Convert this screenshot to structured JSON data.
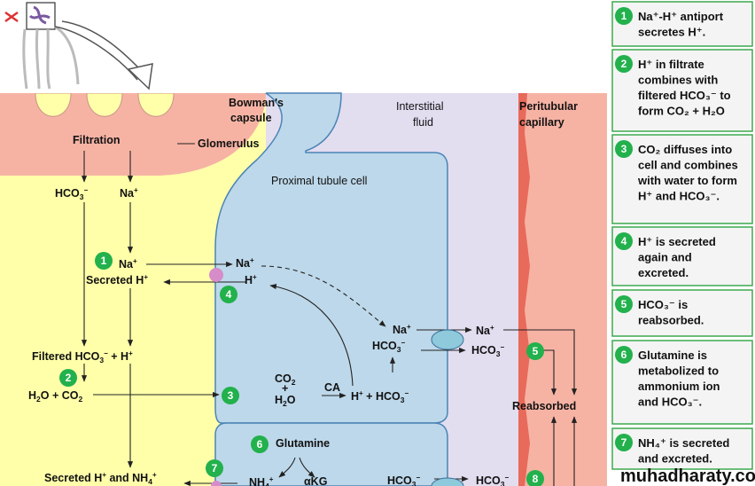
{
  "colors": {
    "filtrate": "#FFFFAA",
    "glomerulus": "#F6B3A4",
    "interstitial": "#E3DDF0",
    "cell": "#BDD8EA",
    "cell_border": "#4A84B5",
    "capillary": "#F6B3A4",
    "capillary_edge": "#E86A5A",
    "step_badge": "#22B14C",
    "panel_bg": "#F4F4F4",
    "panel_border": "#3DAA4F",
    "transporter": "#8FC9DC",
    "antiport": "#D58CC8"
  },
  "regions": {
    "bowmans_capsule": [
      "Bowman's",
      "capsule"
    ],
    "interstitial_fluid": [
      "Interstitial",
      "fluid"
    ],
    "peritubular_capillary": [
      "Peritubular",
      "capillary"
    ],
    "proximal_tubule_cell": "Proximal tubule cell",
    "glomerulus": "Glomerulus",
    "filtration": "Filtration"
  },
  "diagram": {
    "hco3": "HCO",
    "sub3": "3",
    "minus": "−",
    "na": "Na",
    "h": "H",
    "plus_sup": "+",
    "secreted_h": "Secreted H",
    "filtered_hco3": "Filtered HCO",
    "plus_h": " + H",
    "h2o_co2_h2o": "H",
    "sub2": "2",
    "o_plus_co": "O + CO",
    "co2": "CO",
    "plus_sign": "+",
    "h2o_h": "H",
    "h2o_o": "O",
    "ca": "CA",
    "h_plus_hco3_a": "H",
    "h_plus_hco3_b": " + HCO",
    "reabsorbed": "Reabsorbed",
    "glutamine": "Glutamine",
    "secreted_h_nh4": "Secreted H",
    "and_nh": " and NH",
    "sub4": "4",
    "nh": "NH",
    "akg": "αKG"
  },
  "steps": [
    {
      "num": "1",
      "lines": [
        "Na⁺-H⁺ antiport",
        "secretes H⁺."
      ]
    },
    {
      "num": "2",
      "lines": [
        "H⁺ in filtrate",
        "combines with",
        "filtered HCO₃⁻ to",
        "form CO₂ + H₂O"
      ]
    },
    {
      "num": "3",
      "lines": [
        "CO₂ diffuses into",
        "cell and combines",
        "with water to form",
        "H⁺ and HCO₃⁻."
      ]
    },
    {
      "num": "4",
      "lines": [
        "H⁺ is secreted",
        "again and",
        "excreted."
      ]
    },
    {
      "num": "5",
      "lines": [
        "HCO₃⁻ is",
        "reabsorbed."
      ]
    },
    {
      "num": "6",
      "lines": [
        "Glutamine is",
        "metabolized to",
        "ammonium ion",
        "and HCO₃⁻."
      ]
    },
    {
      "num": "7",
      "lines": [
        "NH₄⁺ is secreted",
        "and excreted."
      ]
    }
  ],
  "badges": {
    "b1": "1",
    "b2": "2",
    "b3": "3",
    "b4": "4",
    "b5": "5",
    "b6": "6",
    "b7": "7",
    "b8": "8"
  },
  "watermark": "muhadharaty.com"
}
